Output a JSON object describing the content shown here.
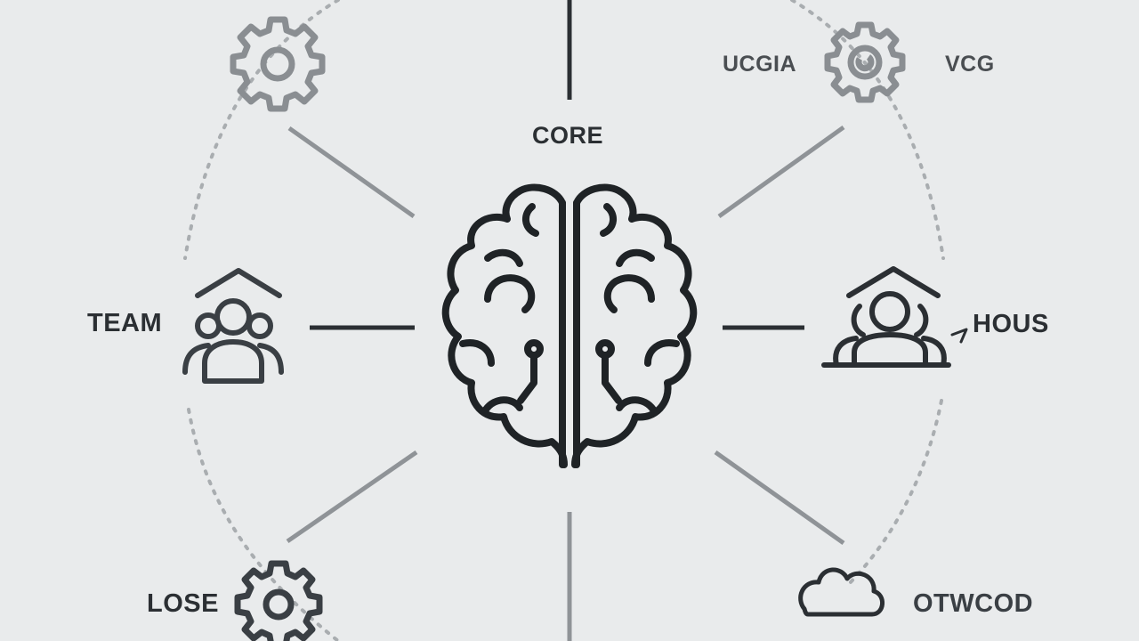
{
  "center": {
    "icon": "brain-circuit-icon"
  },
  "labels": {
    "core": "CORE",
    "team": "TEAM",
    "house": "HOUS",
    "lose": "LOSE",
    "cloud": "OTWCOD",
    "top_left": "UCGIA",
    "top_right": "VCG"
  },
  "nodes": [
    {
      "name": "gear-top-left",
      "icon": "gear-icon"
    },
    {
      "name": "gear-top-right",
      "icon": "gear-icon"
    },
    {
      "name": "team-node",
      "icon": "team-house-icon"
    },
    {
      "name": "house-node",
      "icon": "house-person-icon"
    },
    {
      "name": "lose-node",
      "icon": "gear-icon"
    },
    {
      "name": "cloud-node",
      "icon": "cloud-icon"
    }
  ],
  "colors": {
    "background": "#e9ebec",
    "line_dark": "#2b2f33",
    "line_gray": "#8f9397",
    "dotted": "#a9adb0"
  }
}
